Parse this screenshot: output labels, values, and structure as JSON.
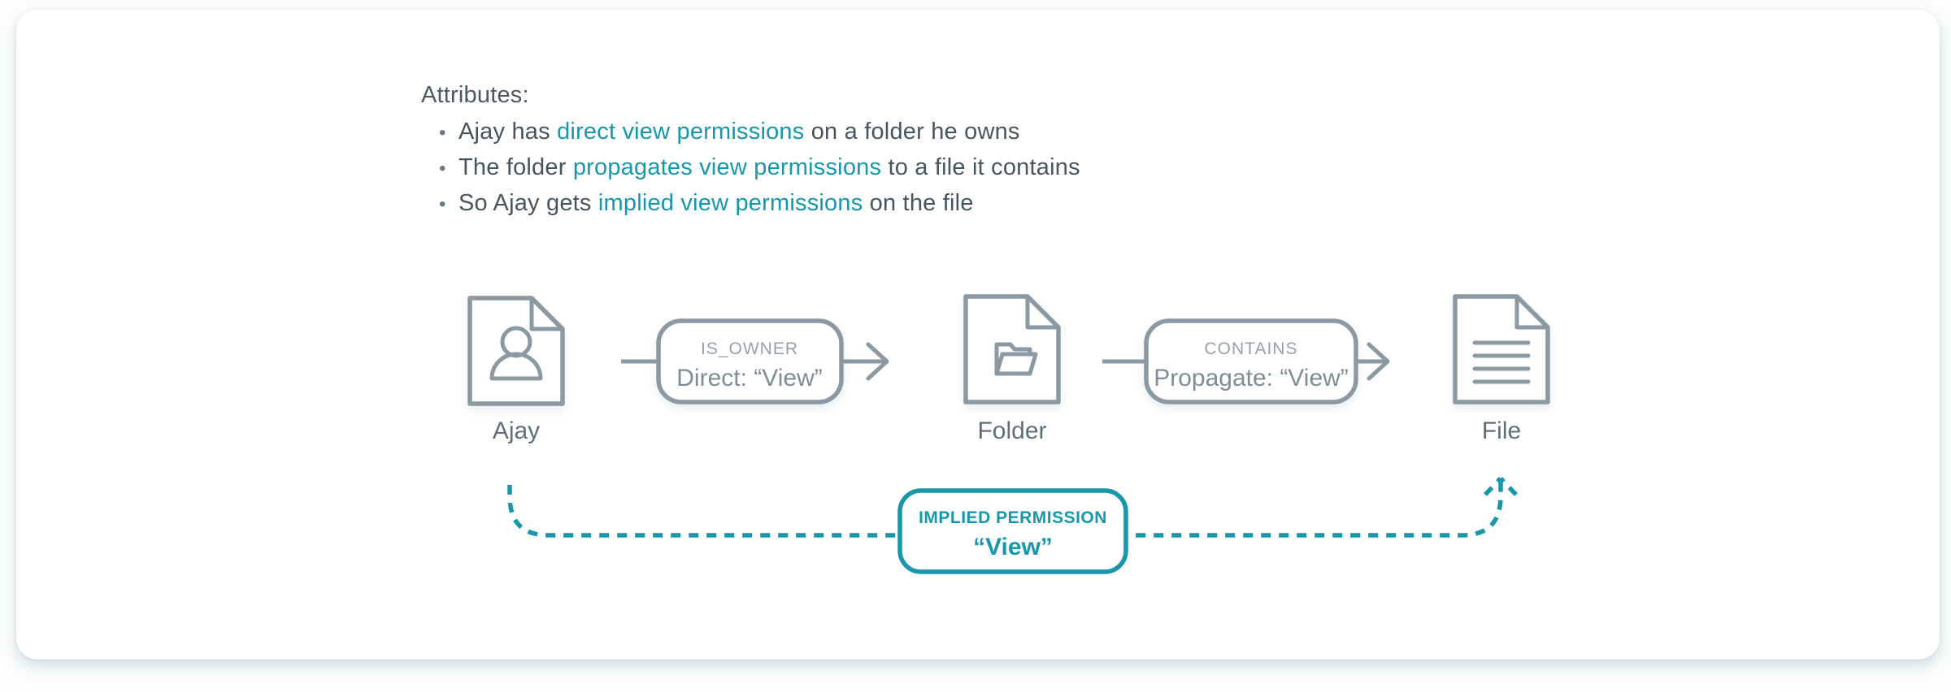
{
  "colors": {
    "accent_teal": "#1697ac",
    "diagram_gray": "#8b99a2",
    "body_text": "#46565f",
    "node_label_text": "#5d6f7a",
    "card_background": "#ffffff"
  },
  "attributes": {
    "title": "Attributes:",
    "bullet_char": "•",
    "bullets": [
      {
        "pre": "Ajay has ",
        "highlight": "direct view permissions",
        "post": " on a folder he owns"
      },
      {
        "pre": "The folder ",
        "highlight": "propagates view permissions",
        "post": " to a file it contains"
      },
      {
        "pre": "So Ajay gets ",
        "highlight": "implied view permissions",
        "post": " on the file"
      }
    ]
  },
  "diagram": {
    "nodes": [
      {
        "id": "ajay",
        "label": "Ajay",
        "icon": "person-document-icon"
      },
      {
        "id": "folder",
        "label": "Folder",
        "icon": "folder-document-icon"
      },
      {
        "id": "file",
        "label": "File",
        "icon": "file-document-icon"
      }
    ],
    "edges": [
      {
        "type": "IS_OWNER",
        "label": "Direct: “View”"
      },
      {
        "type": "CONTAINS",
        "label": "Propagate: “View”"
      }
    ],
    "implied": {
      "type": "IMPLIED PERMISSION",
      "label": "“View”"
    }
  }
}
